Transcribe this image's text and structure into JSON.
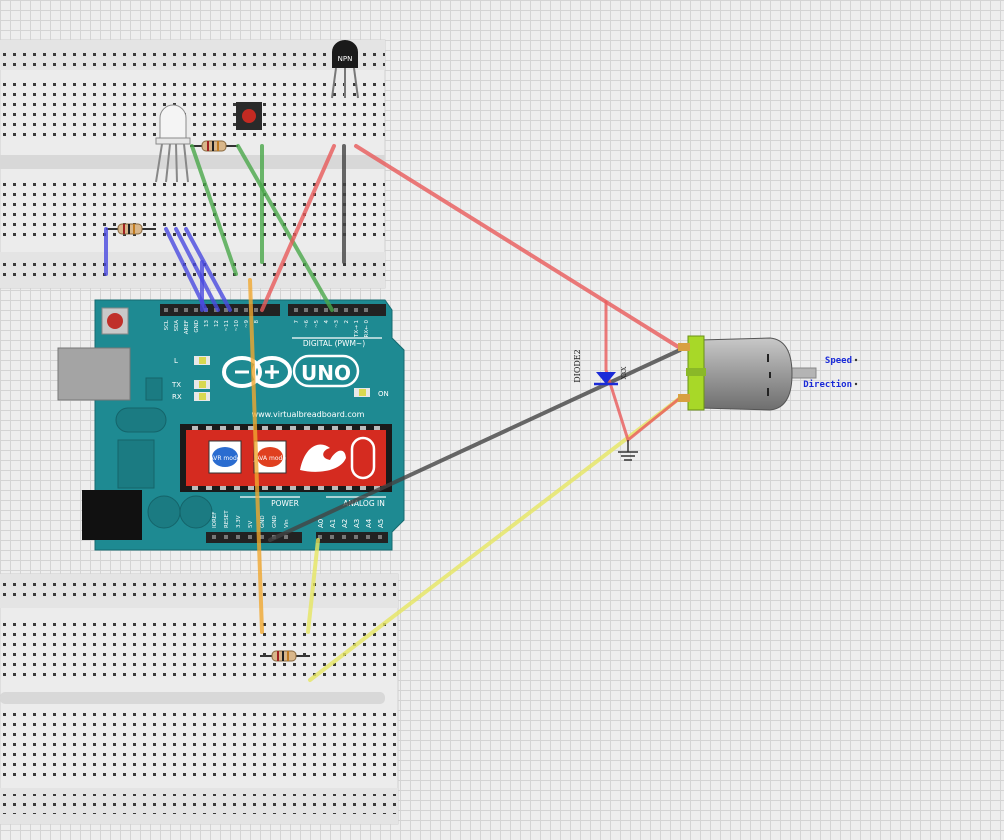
{
  "canvas": {
    "title": ""
  },
  "arduino": {
    "model": "UNO",
    "website": "www.virtualbreadboard.com",
    "digital_label": "DIGITAL (PWM~)",
    "power_label": "POWER",
    "analog_label": "ANALOG IN",
    "led_l": "L",
    "led_tx": "TX",
    "led_rx": "RX",
    "led_on": "ON",
    "chip_logo_1": "AVR mode",
    "chip_logo_2": "JAVA mode",
    "digital_pins": [
      "SCL",
      "SDA",
      "AREF",
      "GND",
      "13",
      "12",
      "~11",
      "~10",
      "~9",
      "8",
      "7",
      "~6",
      "~5",
      "4",
      "~3",
      "2",
      "TX→ 1",
      "RX← 0"
    ],
    "power_pins": [
      "IOREF",
      "RESET",
      "3.3V",
      "5V",
      "GND",
      "GND",
      "Vin"
    ],
    "analog_pins": [
      "A0",
      "A1",
      "A2",
      "A3",
      "A4",
      "A5"
    ]
  },
  "transistor": {
    "label": "NPN"
  },
  "diode": {
    "label": "DIODE2",
    "sublabel": "XXX"
  },
  "motor": {
    "speed_label": "Speed",
    "direction_label": "Direction"
  },
  "colors": {
    "red_wire": "#e85a5a",
    "green_wire": "#4aa84a",
    "blue_wire": "#4a4ae0",
    "black_wire": "#444444",
    "yellow_wire": "#e6e660",
    "orange_wire": "#f0a830",
    "arduino_board": "#1e8a92",
    "motor_body": "#9a9a9a",
    "motor_terminal": "#a8d828"
  }
}
